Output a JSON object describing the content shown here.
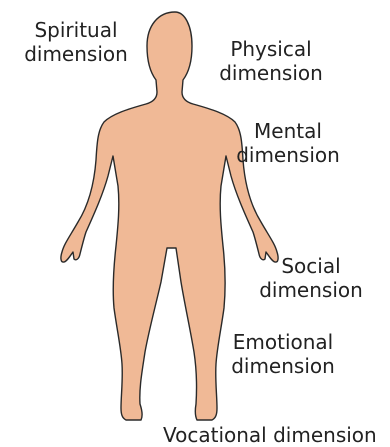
{
  "labels": {
    "spiritual": {
      "line1": "Spiritual",
      "line2": "dimension"
    },
    "physical": {
      "line1": "Physical",
      "line2": "dimension"
    },
    "mental": {
      "line1": "Mental",
      "line2": "dimension"
    },
    "social": {
      "line1": "Social",
      "line2": "dimension"
    },
    "emotional": {
      "line1": "Emotional",
      "line2": "dimension"
    },
    "vocational": {
      "line1": "Vocational dimension"
    }
  },
  "colors": {
    "skin": "#f0b996",
    "outline": "#2a2a2a",
    "text": "#222222"
  }
}
